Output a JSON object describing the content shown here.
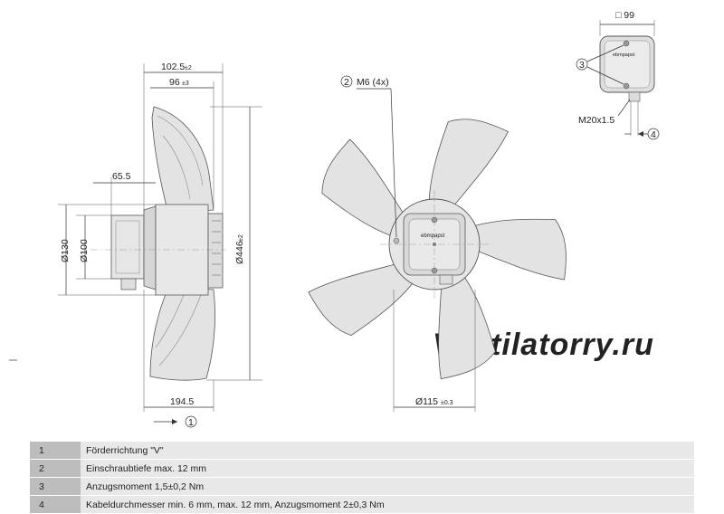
{
  "watermark": "Ventilatorry.ru",
  "side_view": {
    "dim_102_5": "102.5",
    "dim_102_5_tol": "±2",
    "dim_96": "96",
    "dim_96_tol": "±3",
    "dim_65_5": "65.5",
    "dim_130": "Ø130",
    "dim_100": "Ø100",
    "dim_446": "Ø446",
    "dim_446_tol": "±2",
    "dim_194_5": "194.5",
    "callout_1": "1"
  },
  "front_view": {
    "callout_2": "2",
    "screw_label": "M6 (4x)",
    "dim_115": "Ø115",
    "dim_115_tol": "±0.3",
    "brand": "ebmpapst"
  },
  "box_view": {
    "dim_99": "□ 99",
    "callout_3": "3",
    "gland_label": "M20x1.5",
    "callout_4": "4",
    "brand": "ebmpapst"
  },
  "legend": [
    {
      "num": "1",
      "text": "Förderrichtung \"V\""
    },
    {
      "num": "2",
      "text": "Einschraubtiefe max. 12 mm"
    },
    {
      "num": "3",
      "text": "Anzugsmoment 1,5±0,2 Nm"
    },
    {
      "num": "4",
      "text": "Kabeldurchmesser min. 6 mm, max. 12 mm, Anzugsmoment 2±0,3 Nm"
    }
  ]
}
